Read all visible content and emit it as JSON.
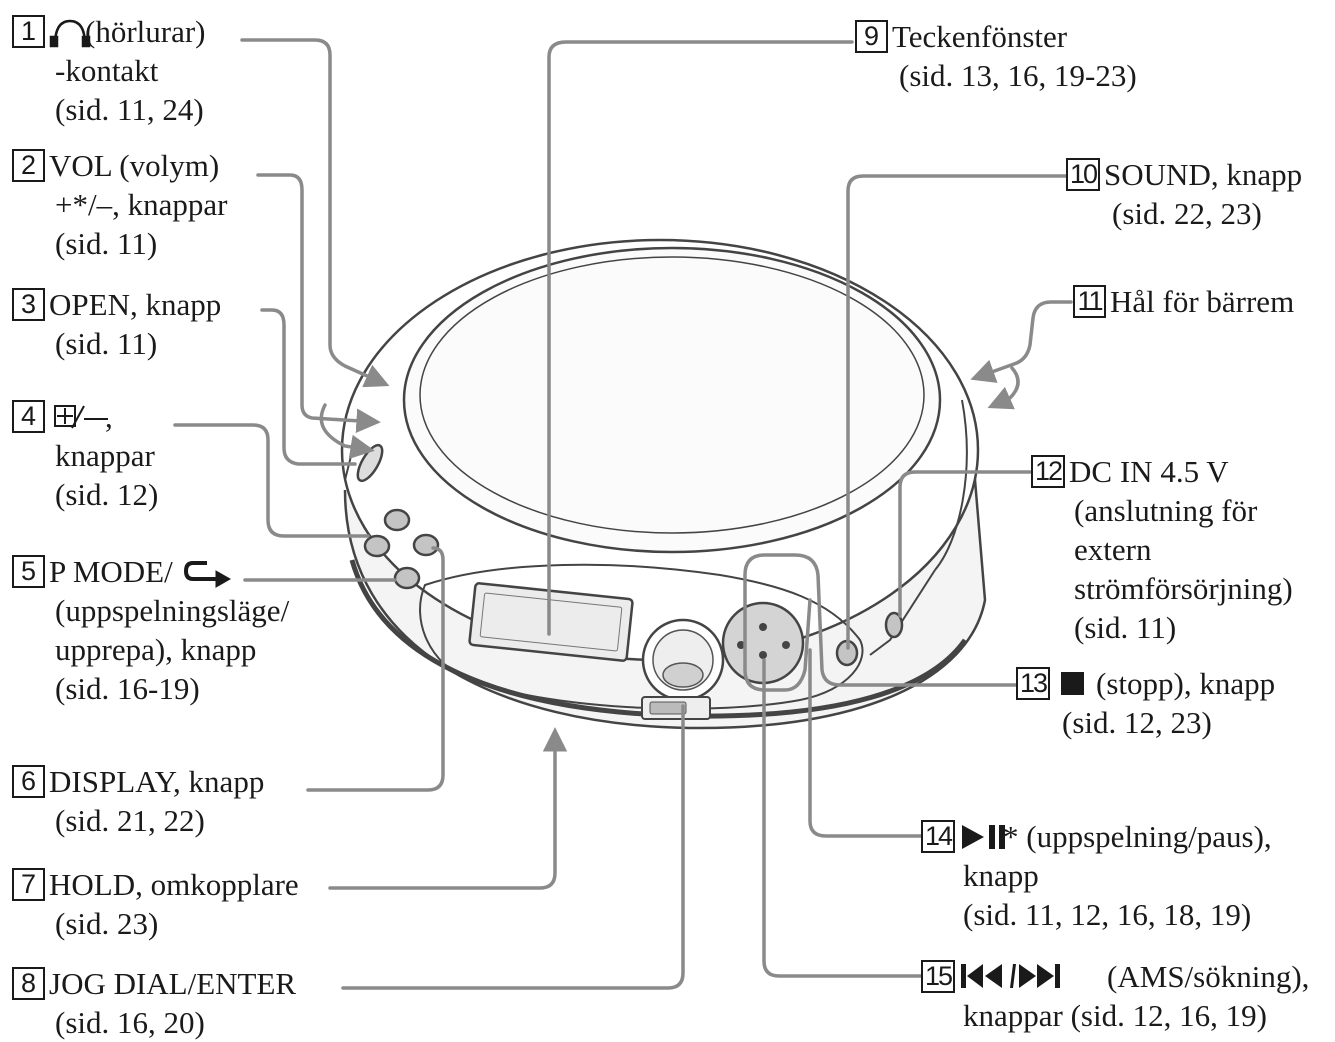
{
  "colors": {
    "ink": "#1a1a1a",
    "leader": "#8a8a8a",
    "device_line": "#444444",
    "button_fill": "#c4c4c4"
  },
  "icons": {
    "headphones": "headphones-icon",
    "group_plus_minus": "group-plus-minus-icon",
    "repeat": "repeat-arrow-icon",
    "stop": "stop-square-icon",
    "play_pause": "play-pause-icon",
    "prev_next": "prev-next-icon"
  },
  "callouts": {
    "c1": {
      "num": "1",
      "line1": "(hörlurar)",
      "line2": "-kontakt",
      "line3": "(sid. 11, 24)"
    },
    "c2": {
      "num": "2",
      "line1": "VOL (volym)",
      "line2": "+*/–, knappar",
      "line3": "(sid. 11)"
    },
    "c3": {
      "num": "3",
      "line1": "OPEN, knapp",
      "line2": "(sid. 11)"
    },
    "c4": {
      "num": "4",
      "line1": ",",
      "line2": "knappar",
      "line3": "(sid. 12)"
    },
    "c5": {
      "num": "5",
      "line1": "P MODE/",
      "line2": "(uppspelningsläge/",
      "line3": "upprepa), knapp",
      "line4": "(sid. 16-19)"
    },
    "c6": {
      "num": "6",
      "line1": "DISPLAY, knapp",
      "line2": "(sid. 21, 22)"
    },
    "c7": {
      "num": "7",
      "line1": "HOLD, omkopplare",
      "line2": "(sid. 23)"
    },
    "c8": {
      "num": "8",
      "line1": "JOG DIAL/ENTER",
      "line2": "(sid. 16, 20)"
    },
    "c9": {
      "num": "9",
      "line1": "Teckenfönster",
      "line2": "(sid. 13, 16, 19-23)"
    },
    "c10": {
      "num": "10",
      "line1": "SOUND, knapp",
      "line2": "(sid. 22, 23)"
    },
    "c11": {
      "num": "11",
      "line1": "Hål för bärrem"
    },
    "c12": {
      "num": "12",
      "line1": "DC IN 4.5 V",
      "line2": "(anslutning för",
      "line3": "extern",
      "line4": "strömförsörjning)",
      "line5": "(sid. 11)"
    },
    "c13": {
      "num": "13",
      "line1": "(stopp), knapp",
      "line2": "(sid. 12, 23)"
    },
    "c14": {
      "num": "14",
      "line1": "* (uppspelning/paus),",
      "line2": "knapp",
      "line3": "(sid. 11, 12, 16, 18, 19)"
    },
    "c15": {
      "num": "15",
      "line1": "(AMS/sökning),",
      "line2": "knappar (sid. 12, 16, 19)"
    }
  }
}
